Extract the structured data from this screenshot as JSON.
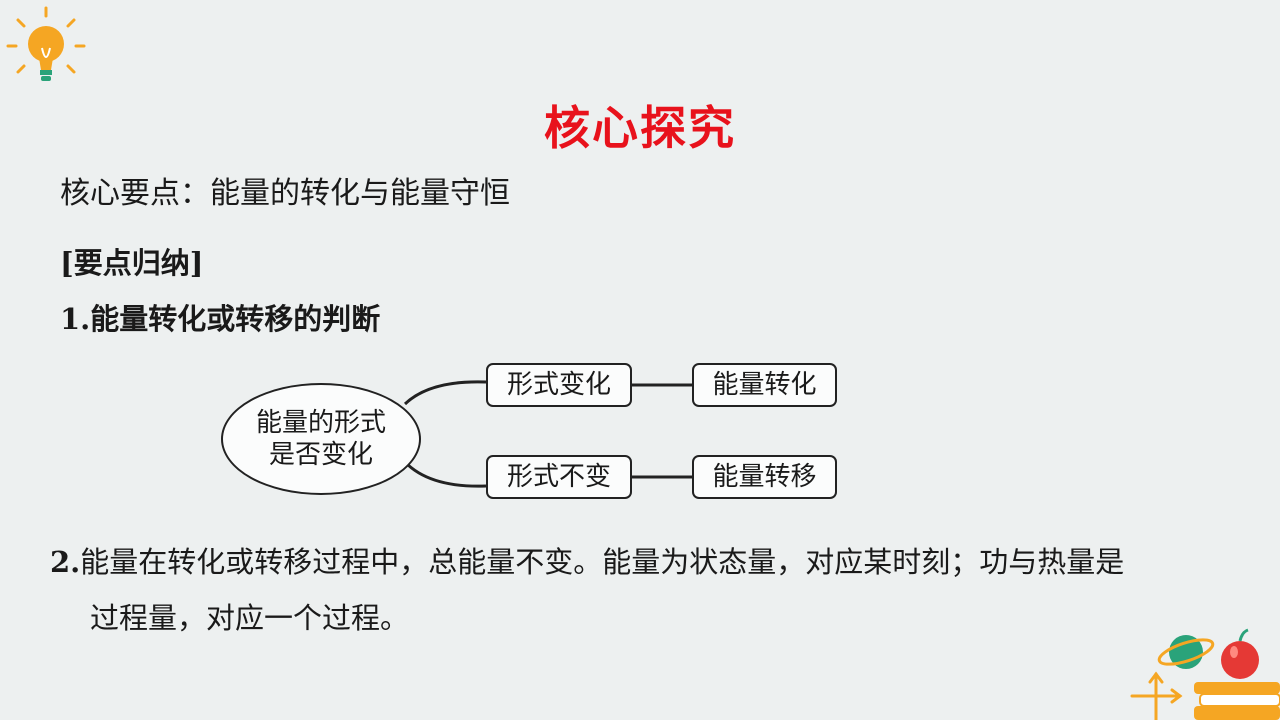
{
  "title": "核心探究",
  "subtitle": "核心要点：能量的转化与能量守恒",
  "section_tag": "[要点归纳]",
  "point1": {
    "text": "1.能量转化或转移的判断"
  },
  "diagram": {
    "root": {
      "line1": "能量的形式",
      "line2": "是否变化"
    },
    "branches": [
      {
        "condition": "形式变化",
        "result": "能量转化"
      },
      {
        "condition": "形式不变",
        "result": "能量转移"
      }
    ]
  },
  "point2": {
    "number": "2.",
    "line1": "能量在转化或转移过程中，总能量不变。能量为状态量，对应某时刻；功与热量是",
    "line2": "过程量，对应一个过程。"
  },
  "colors": {
    "title": "#e8121c",
    "background": "#edf0f0",
    "bulb": "#f5a623",
    "planet": "#2aa37a",
    "apple": "#e53935"
  }
}
